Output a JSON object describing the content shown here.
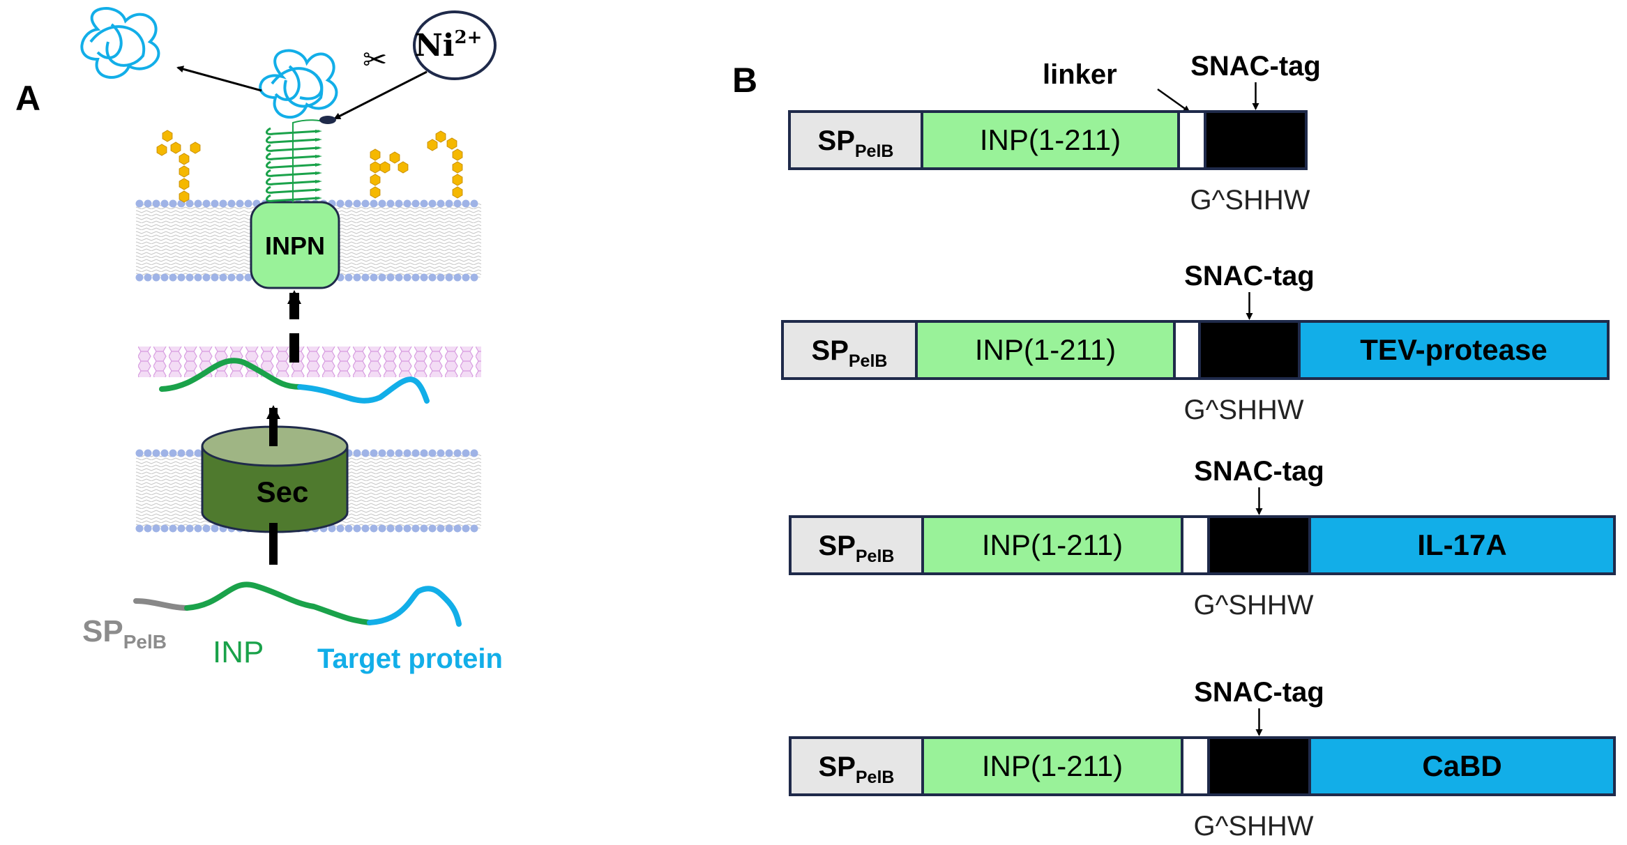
{
  "panel_a": {
    "label": "A",
    "ion": {
      "symbol": "Ni",
      "charge": "2+"
    },
    "membrane_protein": "INPN",
    "translocon": "Sec",
    "precursor_labels": {
      "signal": "SP",
      "signal_sub": "PelB",
      "inp": "INP",
      "target": "Target protein"
    }
  },
  "panel_b": {
    "label": "B",
    "linker_label": "linker",
    "constructs": [
      {
        "signal": "SP",
        "signal_sub": "PelB",
        "inp": "INP(1-211)",
        "tag_label": "SNAC-tag",
        "cleavage_site": "G^SHHW",
        "fusion": ""
      },
      {
        "signal": "SP",
        "signal_sub": "PelB",
        "inp": "INP(1-211)",
        "tag_label": "SNAC-tag",
        "cleavage_site": "G^SHHW",
        "fusion": "TEV-protease"
      },
      {
        "signal": "SP",
        "signal_sub": "PelB",
        "inp": "INP(1-211)",
        "tag_label": "SNAC-tag",
        "cleavage_site": "G^SHHW",
        "fusion": "IL-17A"
      },
      {
        "signal": "SP",
        "signal_sub": "PelB",
        "inp": "INP(1-211)",
        "tag_label": "SNAC-tag",
        "cleavage_site": "G^SHHW",
        "fusion": "CaBD"
      }
    ]
  },
  "colors": {
    "inp_green": "#99f299",
    "inp_line": "#1aa24a",
    "target_blue": "#12aee8",
    "signal_gray": "#e6e6e6",
    "sec_green": "#4f7a2e",
    "border_navy": "#1f2a4a",
    "sugar_yellow": "#f5b800",
    "lipid_blue": "#9fb3e6"
  }
}
